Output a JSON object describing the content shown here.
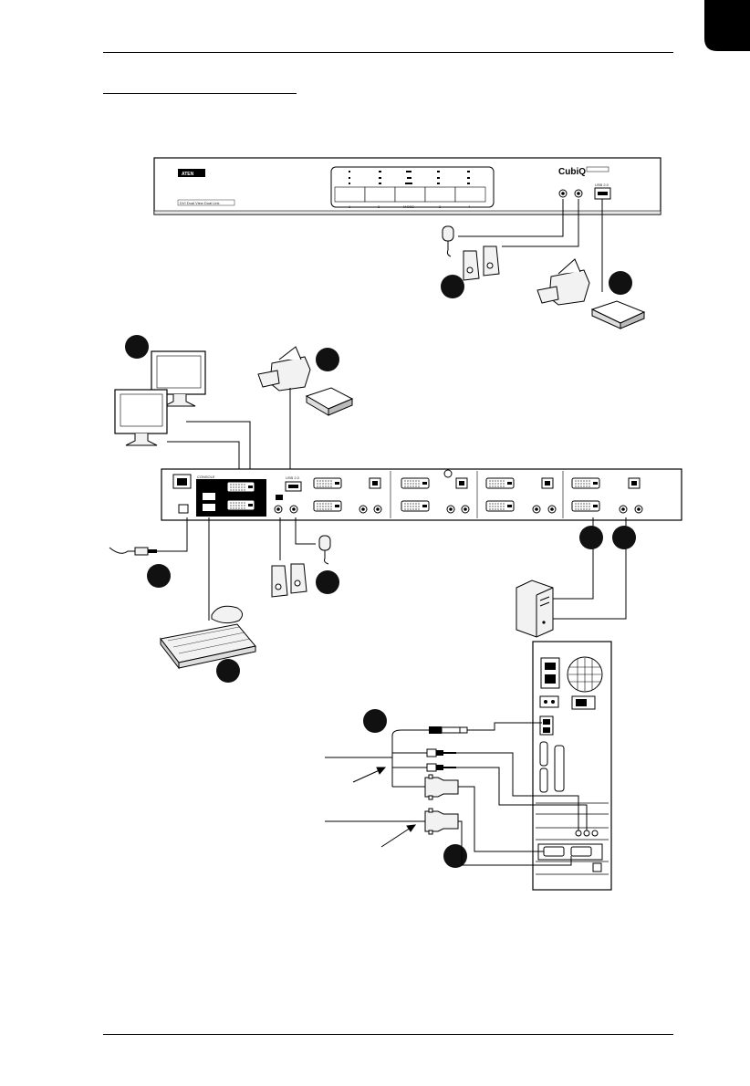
{
  "front_panel": {
    "brand": "ATEN",
    "product_line": "CubiQ",
    "model_caption": "DVI Dual View Dual Link",
    "port_labels": [
      "1",
      "2",
      "MODE",
      "3",
      "4"
    ],
    "usb_label": "USB 2.0"
  },
  "rear_panel": {
    "console_label": "CONSOLE",
    "usb_label": "USB 2.0"
  },
  "callouts": [
    {
      "id": "audio-front"
    },
    {
      "id": "usb-front"
    },
    {
      "id": "monitors"
    },
    {
      "id": "usb-rear"
    },
    {
      "id": "power"
    },
    {
      "id": "audio-rear"
    },
    {
      "id": "keyboard-mouse"
    },
    {
      "id": "computer-dvi-1"
    },
    {
      "id": "computer-dvi-2"
    },
    {
      "id": "usb-cable"
    },
    {
      "id": "dvi-cable"
    }
  ],
  "colors": {
    "line": "#000000",
    "device_fill": "#f2f2f2",
    "callout_fill": "#111111"
  },
  "icons": [
    "printer-icon",
    "external-drive-icon",
    "speakers-icon",
    "microphone-icon",
    "monitor-icon",
    "keyboard-icon",
    "mouse-icon",
    "power-adapter-icon",
    "computer-tower-icon",
    "dvi-connector-icon",
    "usb-connector-icon",
    "audio-jack-icon"
  ]
}
